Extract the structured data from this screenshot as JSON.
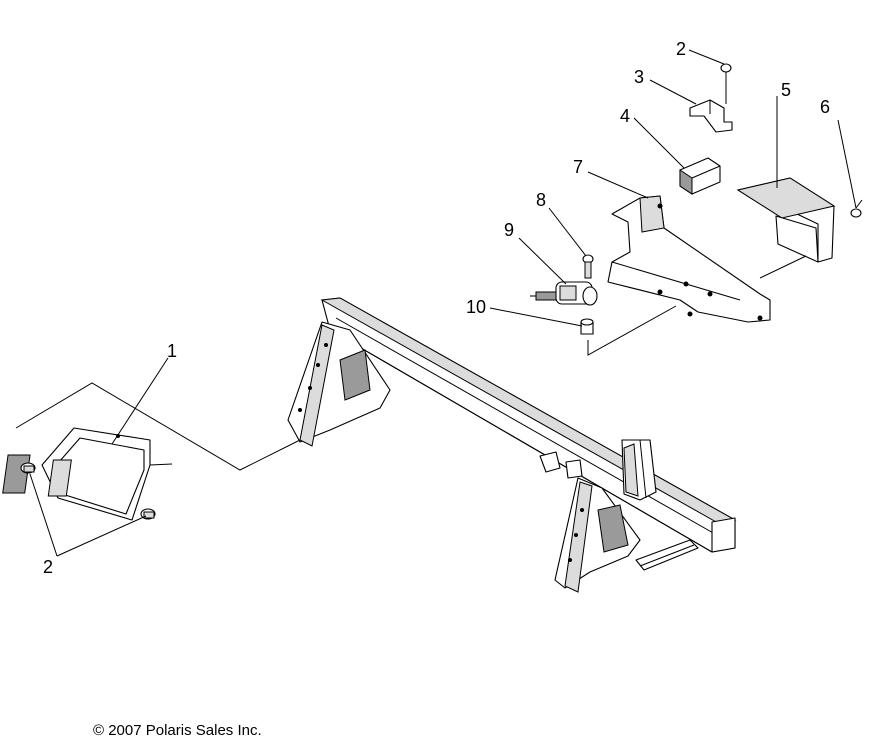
{
  "callouts": {
    "c1": "1",
    "c2_top": "2",
    "c2_bottom": "2",
    "c3": "3",
    "c4": "4",
    "c5": "5",
    "c6": "6",
    "c7": "7",
    "c8": "8",
    "c9": "9",
    "c10": "10"
  },
  "copyright": "© 2007 Polaris Sales Inc."
}
